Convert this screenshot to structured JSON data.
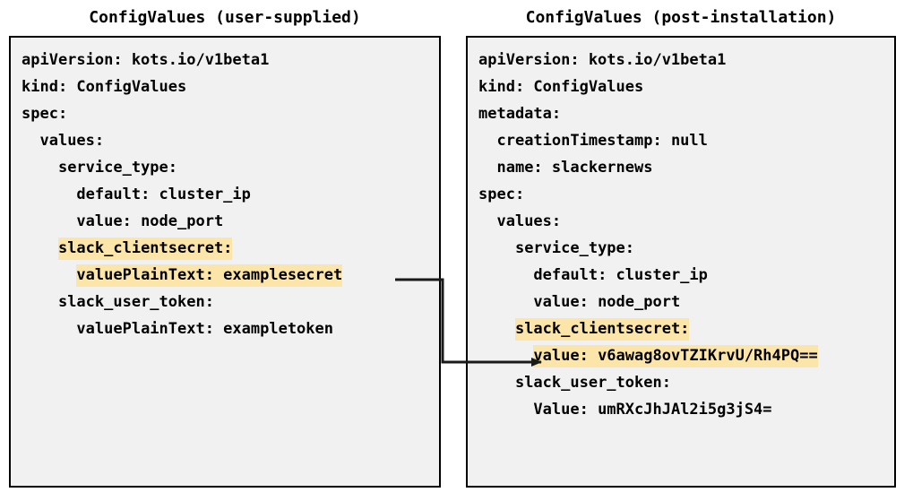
{
  "panels": [
    {
      "id": "user-supplied",
      "title": "ConfigValues (user-supplied)",
      "lines": [
        {
          "indent": 0,
          "text": "apiVersion: kots.io/v1beta1",
          "highlight": false
        },
        {
          "indent": 0,
          "text": "kind: ConfigValues",
          "highlight": false
        },
        {
          "indent": 0,
          "text": "spec:",
          "highlight": false
        },
        {
          "indent": 1,
          "text": "values:",
          "highlight": false
        },
        {
          "indent": 2,
          "text": "service_type:",
          "highlight": false
        },
        {
          "indent": 3,
          "text": "default: cluster_ip",
          "highlight": false
        },
        {
          "indent": 3,
          "text": "value: node_port",
          "highlight": false
        },
        {
          "indent": 2,
          "text": "slack_clientsecret:",
          "highlight": true
        },
        {
          "indent": 3,
          "text": "valuePlainText: examplesecret",
          "highlight": true
        },
        {
          "indent": 2,
          "text": "slack_user_token:",
          "highlight": false
        },
        {
          "indent": 3,
          "text": "valuePlainText: exampletoken",
          "highlight": false
        }
      ]
    },
    {
      "id": "post-installation",
      "title": "ConfigValues (post-installation)",
      "lines": [
        {
          "indent": 0,
          "text": "apiVersion: kots.io/v1beta1",
          "highlight": false
        },
        {
          "indent": 0,
          "text": "kind: ConfigValues",
          "highlight": false
        },
        {
          "indent": 0,
          "text": "metadata:",
          "highlight": false
        },
        {
          "indent": 1,
          "text": "creationTimestamp: null",
          "highlight": false
        },
        {
          "indent": 1,
          "text": "name: slackernews",
          "highlight": false
        },
        {
          "indent": 0,
          "text": "spec:",
          "highlight": false
        },
        {
          "indent": 1,
          "text": "values:",
          "highlight": false
        },
        {
          "indent": 2,
          "text": "service_type:",
          "highlight": false
        },
        {
          "indent": 3,
          "text": "default: cluster_ip",
          "highlight": false
        },
        {
          "indent": 3,
          "text": "value: node_port",
          "highlight": false
        },
        {
          "indent": 2,
          "text": "slack_clientsecret:",
          "highlight": true
        },
        {
          "indent": 3,
          "text": "value: v6awag8ovTZIKrvU/Rh4PQ==",
          "highlight": true
        },
        {
          "indent": 2,
          "text": "slack_user_token:",
          "highlight": false
        },
        {
          "indent": 3,
          "text": "Value: umRXcJhJAl2i5g3jS4=",
          "highlight": false
        }
      ]
    }
  ],
  "connector": {
    "label": "",
    "from": "user-supplied.valuePlainText: examplesecret",
    "to": "post-installation.value: v6awag8ovTZIKrvU/Rh4PQ==",
    "color": "#1a1a1a"
  },
  "colors": {
    "highlight": "#fce5a8",
    "panel_background": "#f1f1f1",
    "panel_border": "#000000",
    "text": "#000000",
    "page_background": "#ffffff"
  }
}
